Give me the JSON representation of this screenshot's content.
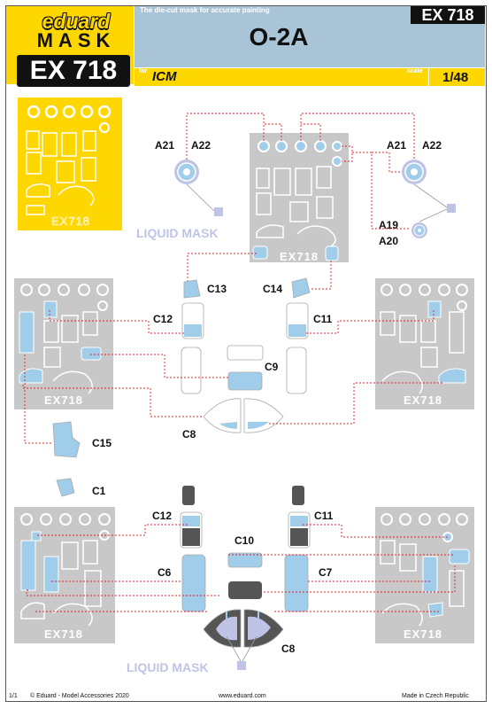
{
  "header": {
    "brand": "eduard",
    "product_line": "MASK",
    "code": "EX 718",
    "tagline": "The die-cut mask for accurate painting",
    "code_right": "EX 718",
    "title": "O-2A",
    "for_label": "for",
    "kit_maker": "ICM",
    "scale_label": "scale",
    "scale": "1/48"
  },
  "sheet_marking": "EX718",
  "labels": {
    "top": [
      "A21",
      "A22",
      "A21",
      "A22",
      "A19",
      "A20"
    ],
    "liquid_mask": "LIQUID MASK",
    "parts": [
      "C13",
      "C14",
      "C12",
      "C11",
      "C9",
      "C8",
      "C15",
      "C1",
      "C12",
      "C11",
      "C10",
      "C6",
      "C7",
      "C8"
    ]
  },
  "footer": {
    "page": "1/1",
    "copyright": "© Eduard - Model Accessories 2020",
    "url": "www.eduard.com",
    "origin": "Made in Czech Republic"
  },
  "colors": {
    "yellow": "#ffd700",
    "header_blue": "#a9c4d6",
    "mask_blue": "#9fcdea",
    "liquid_purple": "#bfc4e6",
    "sheet_gray": "#c8c8c8",
    "leader_red": "#e0202a"
  }
}
